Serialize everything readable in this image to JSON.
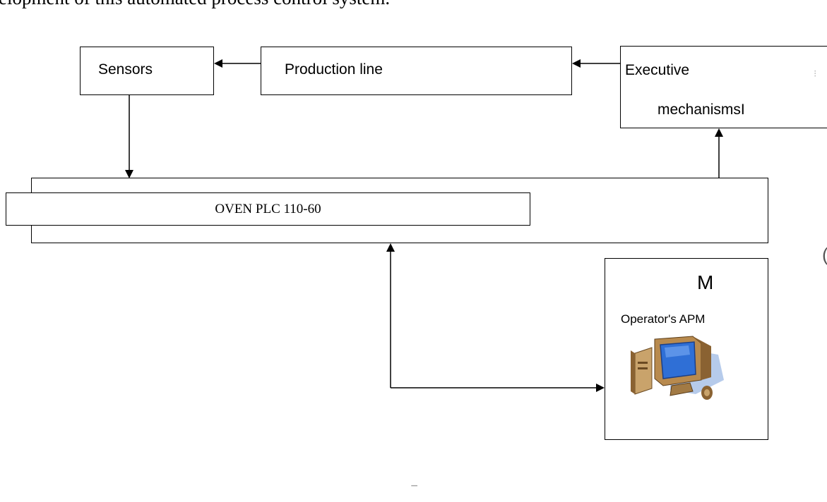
{
  "caption_fragment": "elopment of this automated process control system.",
  "nodes": {
    "sensors": "Sensors",
    "production_line": "Production line",
    "executive_line1": "Executive",
    "executive_line2": "mechanisms",
    "executive_mark": "I",
    "plc": "OVEN PLC 110-60",
    "apm_letter": "M",
    "operator_apm": "Operator's APM"
  },
  "icons": [
    "computer-workstation-icon"
  ],
  "colors": {
    "line": "#000000",
    "monitor_screen": "#2f6fd6",
    "monitor_body": "#b88a4e",
    "shadow": "#a9c2e8"
  }
}
